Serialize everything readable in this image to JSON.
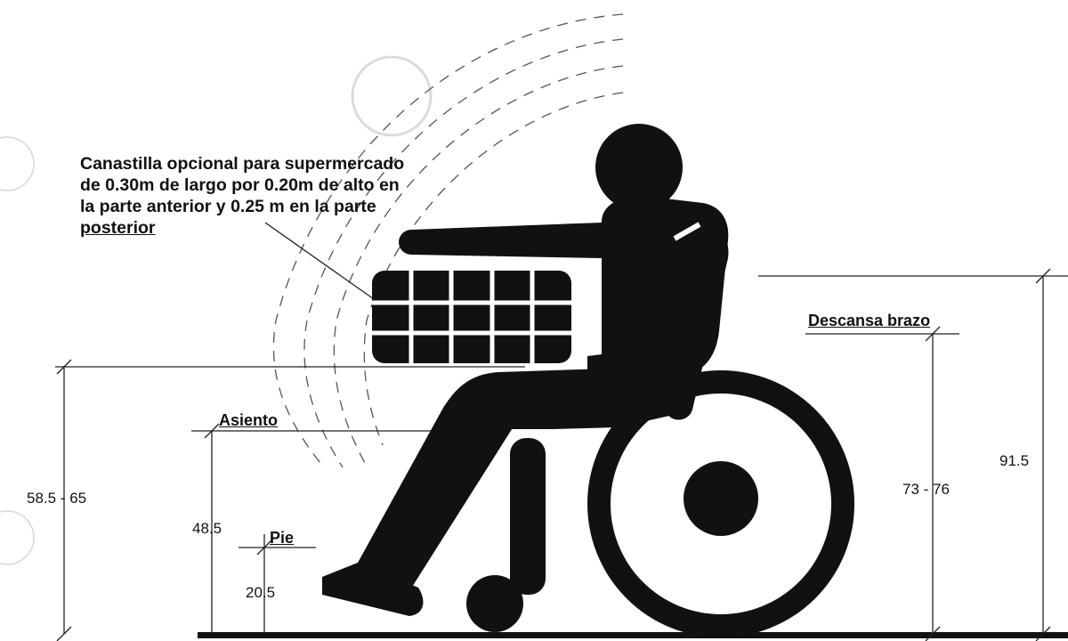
{
  "callout": {
    "lines": [
      "Canastilla opcional para supermercado",
      "de 0.30m  de largo por 0.20m de alto en",
      "la parte anterior y 0.25 m en la parte",
      "posterior"
    ]
  },
  "labels": {
    "descansa_brazo": "Descansa brazo",
    "asiento": "Asiento",
    "pie": "Pie"
  },
  "dimensions": {
    "overall_seat_height": "58.5 - 65",
    "seat": "48.5",
    "foot": "20.5",
    "armrest": "73 - 76",
    "backrest": "91.5"
  },
  "colors": {
    "figure": "#111111",
    "lines": "#222222",
    "dashed_arcs": "#555555",
    "background": "#ffffff"
  }
}
